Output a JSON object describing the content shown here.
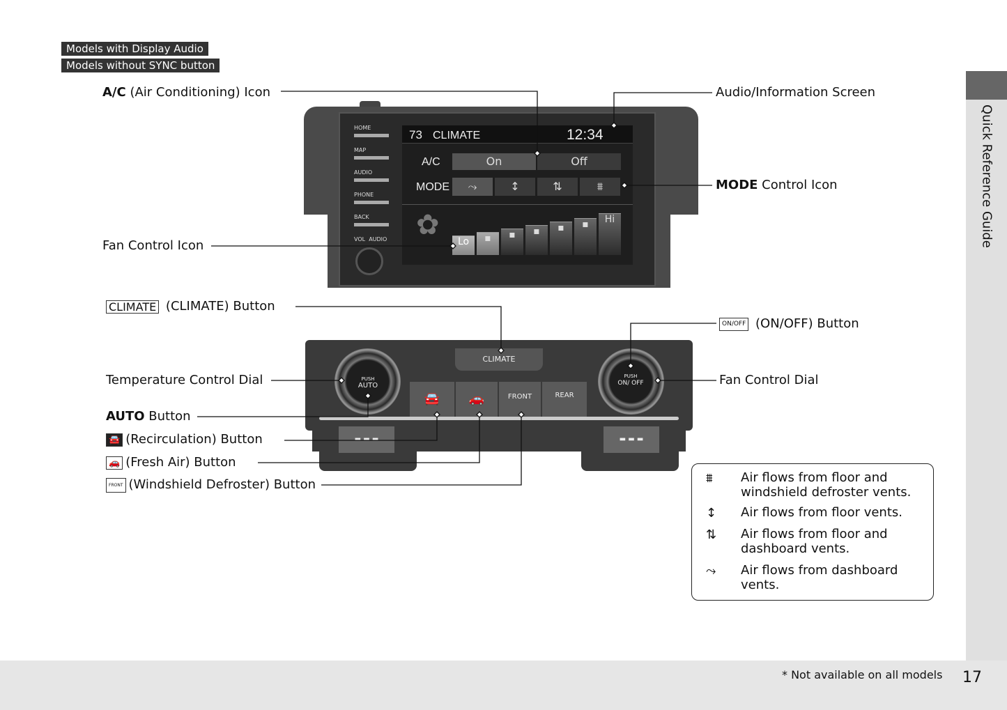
{
  "header_tags": [
    "Models with Display Audio",
    "Models without SYNC button"
  ],
  "side_tab": "Quick Reference Guide",
  "labels": {
    "ac_bold": "A/C",
    "ac_rest": " (Air Conditioning) Icon",
    "screen": "Audio/Information Screen",
    "mode_bold": "MODE",
    "mode_rest": " Control Icon",
    "fan_icon": "Fan Control Icon",
    "climate_icon": "CLIMATE",
    "climate_rest": " (CLIMATE) Button",
    "onoff_icon": "ON/OFF",
    "onoff_rest": " (ON/OFF) Button",
    "temp_dial": "Temperature Control Dial",
    "fan_dial": "Fan Control Dial",
    "auto_bold": "AUTO",
    "auto_rest": " Button",
    "recirc": "(Recirculation) Button",
    "fresh": "(Fresh Air) Button",
    "defrost_icon": "FRONT",
    "defrost": "(Windshield Defroster) Button"
  },
  "screen": {
    "temp": "73",
    "title": "CLIMATE",
    "time": "12:34",
    "ac_label": "A/C",
    "ac_on": "On",
    "ac_off": "Off",
    "ac_selected": "On",
    "mode_label": "MODE",
    "fan_lo": "Lo",
    "fan_hi": "Hi",
    "fan_level_selected": "Lo",
    "side_buttons": [
      "HOME",
      "MAP",
      "AUDIO",
      "PHONE",
      "BACK"
    ],
    "vol": "VOL",
    "audio_power": "AUDIO"
  },
  "panel": {
    "climate": "CLIMATE",
    "push": "PUSH",
    "auto": "AUTO",
    "onoff": "ON/ OFF",
    "front": "FRONT",
    "rear": "REAR"
  },
  "legend": [
    {
      "icon": "floor-defrost-vent-icon",
      "text": "Air flows from floor and windshield defroster vents."
    },
    {
      "icon": "floor-vent-icon",
      "text": "Air flows from floor vents."
    },
    {
      "icon": "floor-dash-vent-icon",
      "text": "Air flows from floor and dashboard vents."
    },
    {
      "icon": "dash-vent-icon",
      "text": "Air flows from dashboard vents."
    }
  ],
  "footnote": "* Not available on all models",
  "page_number": "17"
}
